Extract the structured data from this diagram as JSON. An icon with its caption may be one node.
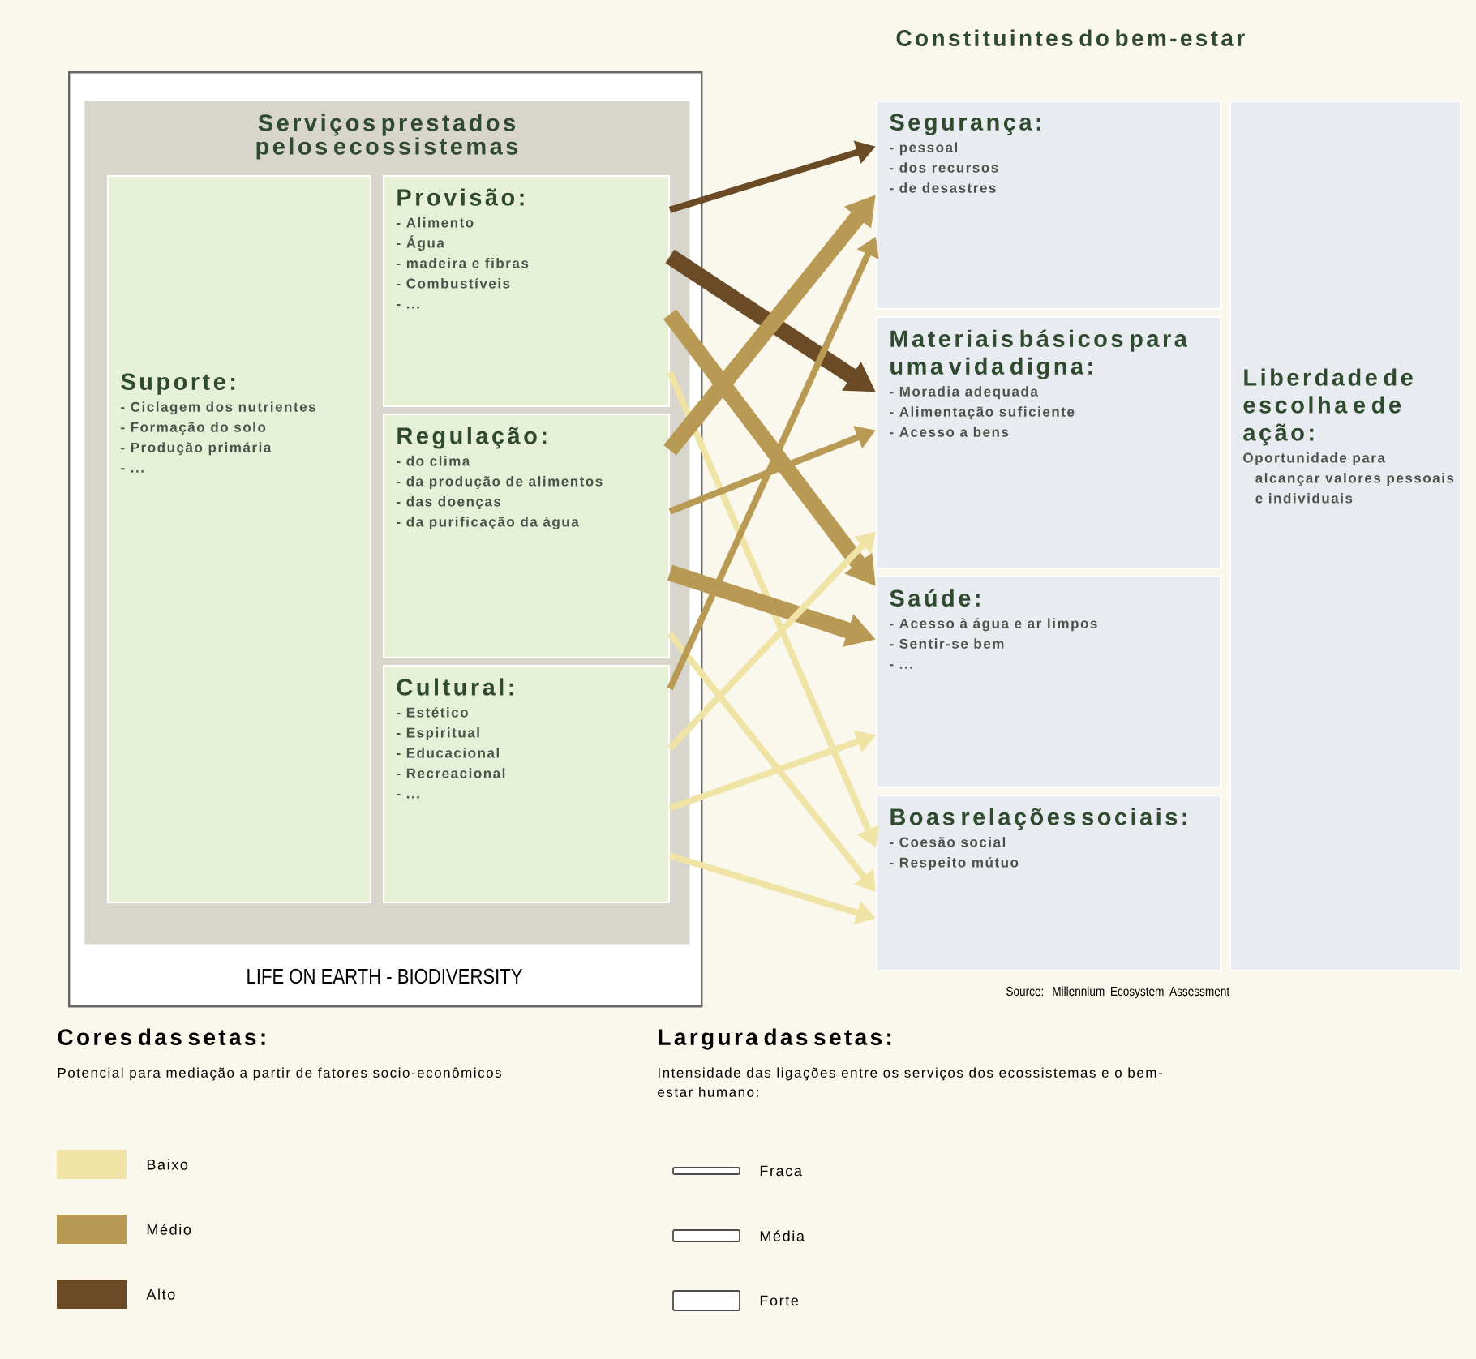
{
  "diagram": {
    "nodes": [
      {
        "text": [
          "LIFE ON EARTH - BIODIVERSITY"
        ]
      },
      {
        "text": [
          "Serviços prestados pelos ecossistemas"
        ],
        "in": 0
      },
      {
        "text": [
          "Suporte:",
          "- Ciclagem dos nutrientes",
          "- Formação do solo",
          "- Produção primária",
          "- ..."
        ],
        "in": 1
      },
      {
        "text": [
          "Provisão:",
          "- Alimento",
          "- Água",
          "- madeira e fibras",
          "- Combustíveis",
          "- ..."
        ],
        "in": 1
      },
      {
        "text": [
          "Regulação:",
          "- do clima",
          "- da produção de alimentos",
          "- das doenças",
          "- da purificação da água"
        ],
        "in": 1
      },
      {
        "text": [
          "Cultural:",
          "- Estético",
          "- Espiritual",
          "- Educacional",
          "- Recreacional",
          "- ..."
        ],
        "in": 1
      },
      {
        "text": [
          "Segurança:",
          "- pessoal",
          "- dos recursos",
          "- de desastres"
        ]
      },
      {
        "text": [
          "Materiais básicos para uma vida digna:",
          "- Moradia adequada",
          "- Alimentação suficiente",
          "- Acesso a bens"
        ]
      },
      {
        "text": [
          "Saúde:",
          "- Acesso à água e ar limpos",
          "- Sentir-se bem",
          "- ..."
        ]
      },
      {
        "text": [
          "Boas relações sociais:",
          "- Coesão social",
          "- Respeito mútuo"
        ]
      },
      {
        "text": [
          "Liberdade de escolha e de ação:",
          "Oportunidade para alcançar valores pessoais e individuais"
        ]
      }
    ],
    "edges": [
      {
        "from": 3,
        "to": 6,
        "arrow": "to",
        "color": "#6b4a26"
      },
      {
        "from": 3,
        "to": 7,
        "arrow": "to",
        "style": "thick",
        "color": "#6b4a26"
      },
      {
        "from": 3,
        "to": 8,
        "arrow": "to",
        "style": "thick",
        "color": "#b99a55"
      },
      {
        "from": 3,
        "to": 9,
        "arrow": "to",
        "color": "#efe3a6"
      },
      {
        "from": 4,
        "to": 6,
        "arrow": "to",
        "style": "thick",
        "color": "#b99a55"
      },
      {
        "from": 4,
        "to": 7,
        "arrow": "to",
        "color": "#b99a55"
      },
      {
        "from": 4,
        "to": 8,
        "arrow": "to",
        "style": "thick",
        "color": "#b99a55"
      },
      {
        "from": 4,
        "to": 9,
        "arrow": "to",
        "color": "#efe3a6"
      },
      {
        "from": 5,
        "to": 6,
        "arrow": "to",
        "color": "#b99a55"
      },
      {
        "from": 5,
        "to": 7,
        "arrow": "to",
        "color": "#efe3a6"
      },
      {
        "from": 5,
        "to": 8,
        "arrow": "to",
        "color": "#efe3a6"
      },
      {
        "from": 5,
        "to": 9,
        "arrow": "to",
        "color": "#efe3a6"
      }
    ],
    "labels": [
      "Constituintes do bem-estar",
      "Source: Millennium Ecosystem Assessment",
      "Cores das setas:",
      "Potencial para mediação a partir de fatores socio-econômicos",
      "Largura das setas:",
      "Intensidade das ligações entre os serviços dos ecossistemas e o bem-estar humano:"
    ],
    "legend": [
      {
        "text": "Baixo",
        "color": "#efe3a6"
      },
      {
        "text": "Médio",
        "color": "#b99a55"
      },
      {
        "text": "Alto",
        "color": "#6b4a26"
      },
      {
        "text": "Fraca"
      },
      {
        "text": "Média"
      },
      {
        "text": "Forte"
      }
    ]
  }
}
